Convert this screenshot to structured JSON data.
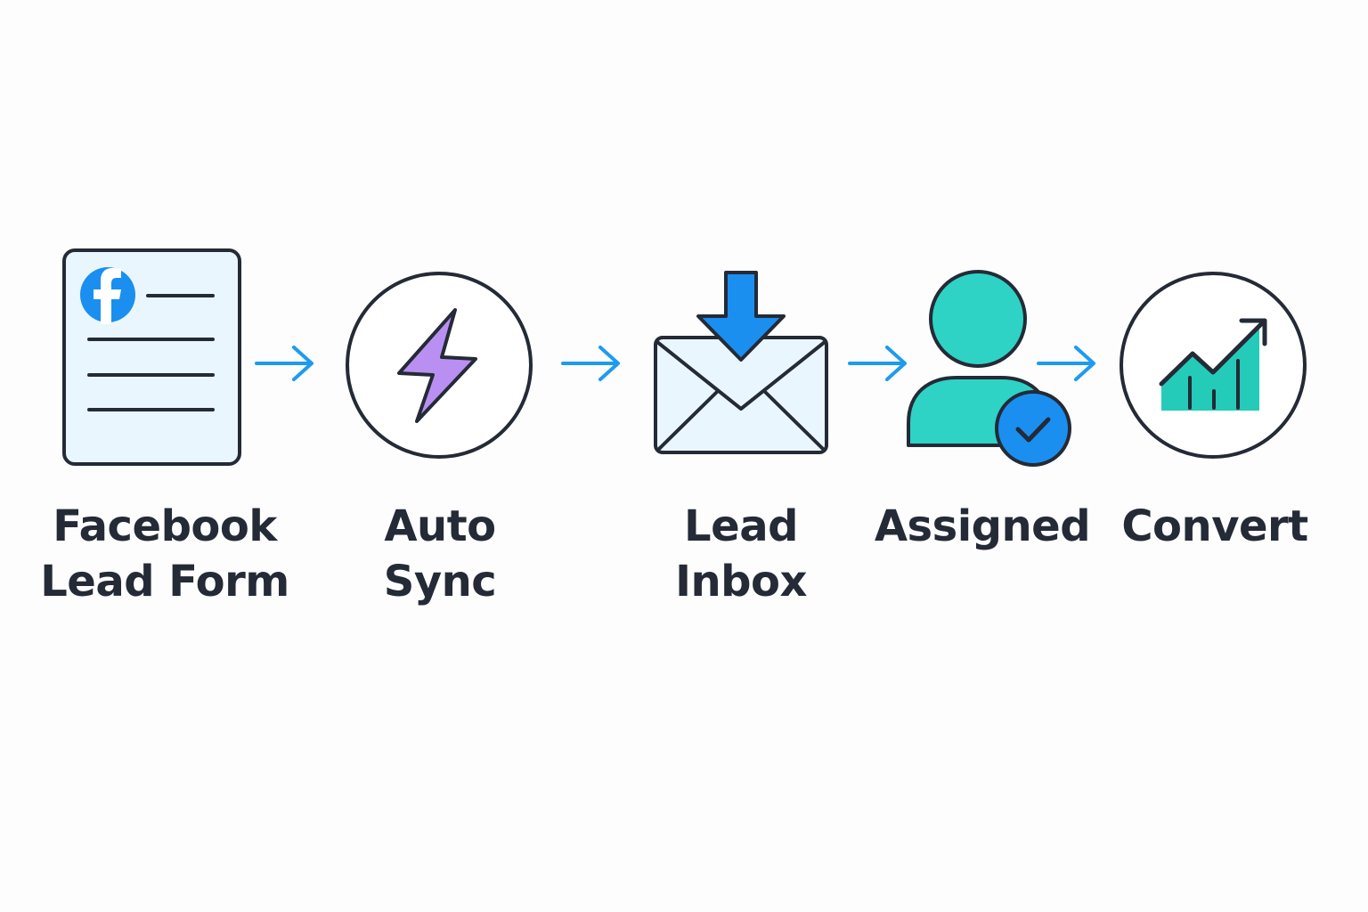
{
  "steps": [
    {
      "id": "facebook-lead-form",
      "line1": "Facebook",
      "line2": "Lead Form",
      "icon": "facebook-form-icon"
    },
    {
      "id": "auto-sync",
      "line1": "Auto",
      "line2": "Sync",
      "icon": "lightning-bolt-icon"
    },
    {
      "id": "lead-inbox",
      "line1": "Lead",
      "line2": "Inbox",
      "icon": "envelope-download-icon"
    },
    {
      "id": "assigned",
      "line1": "Assigned",
      "line2": "",
      "icon": "user-check-icon"
    },
    {
      "id": "convert",
      "line1": "Convert",
      "line2": "",
      "icon": "growth-chart-icon"
    }
  ],
  "colors": {
    "text": "#242a36",
    "outline": "#242a36",
    "arrow": "#1e9bef",
    "facebook": "#1a8ff0",
    "form_fill": "#e9f6fd",
    "bolt": "#b990f2",
    "envelope_fill": "#e9f6fd",
    "download_arrow": "#1a8ff0",
    "user": "#2ed3c6",
    "check_badge": "#1a8ff0",
    "chart": "#24cbb8"
  }
}
